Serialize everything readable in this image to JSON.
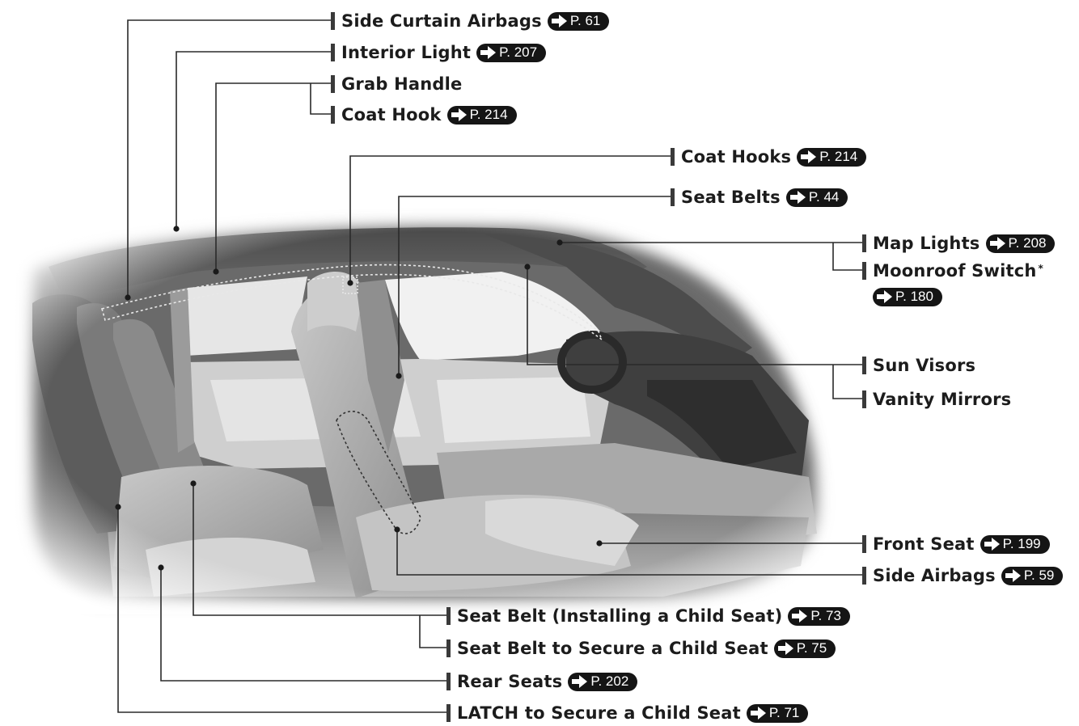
{
  "callouts": [
    {
      "id": "side-curtain-airbags",
      "label": "Side Curtain Airbags",
      "ref": "P. 61"
    },
    {
      "id": "interior-light",
      "label": "Interior Light",
      "ref": "P. 207"
    },
    {
      "id": "grab-handle",
      "label": "Grab Handle",
      "ref": ""
    },
    {
      "id": "coat-hook",
      "label": "Coat Hook",
      "ref": "P. 214"
    },
    {
      "id": "coat-hooks",
      "label": "Coat Hooks",
      "ref": "P. 214"
    },
    {
      "id": "seat-belts",
      "label": "Seat Belts",
      "ref": "P. 44"
    },
    {
      "id": "map-lights",
      "label": "Map Lights",
      "ref": "P. 208"
    },
    {
      "id": "moonroof-switch",
      "label": "Moonroof Switch",
      "sup": "*",
      "ref": "P. 180"
    },
    {
      "id": "sun-visors",
      "label": "Sun Visors",
      "ref": ""
    },
    {
      "id": "vanity-mirrors",
      "label": "Vanity Mirrors",
      "ref": ""
    },
    {
      "id": "front-seat",
      "label": "Front Seat",
      "ref": "P. 199"
    },
    {
      "id": "side-airbags",
      "label": "Side Airbags",
      "ref": "P. 59"
    },
    {
      "id": "seat-belt-installing",
      "label": "Seat Belt (Installing a Child Seat)",
      "ref": "P. 73"
    },
    {
      "id": "seat-belt-secure",
      "label": "Seat Belt to Secure a Child Seat",
      "ref": "P. 75"
    },
    {
      "id": "rear-seats",
      "label": "Rear Seats",
      "ref": "P. 202"
    },
    {
      "id": "latch",
      "label": "LATCH to Secure a Child Seat",
      "ref": "P. 71"
    }
  ],
  "colors": {
    "leader": "#2a2a2a",
    "badge": "#151515",
    "interior_dark": "#3d3d3d",
    "interior_mid": "#8a8a8a",
    "interior_light": "#d6d6d6"
  }
}
